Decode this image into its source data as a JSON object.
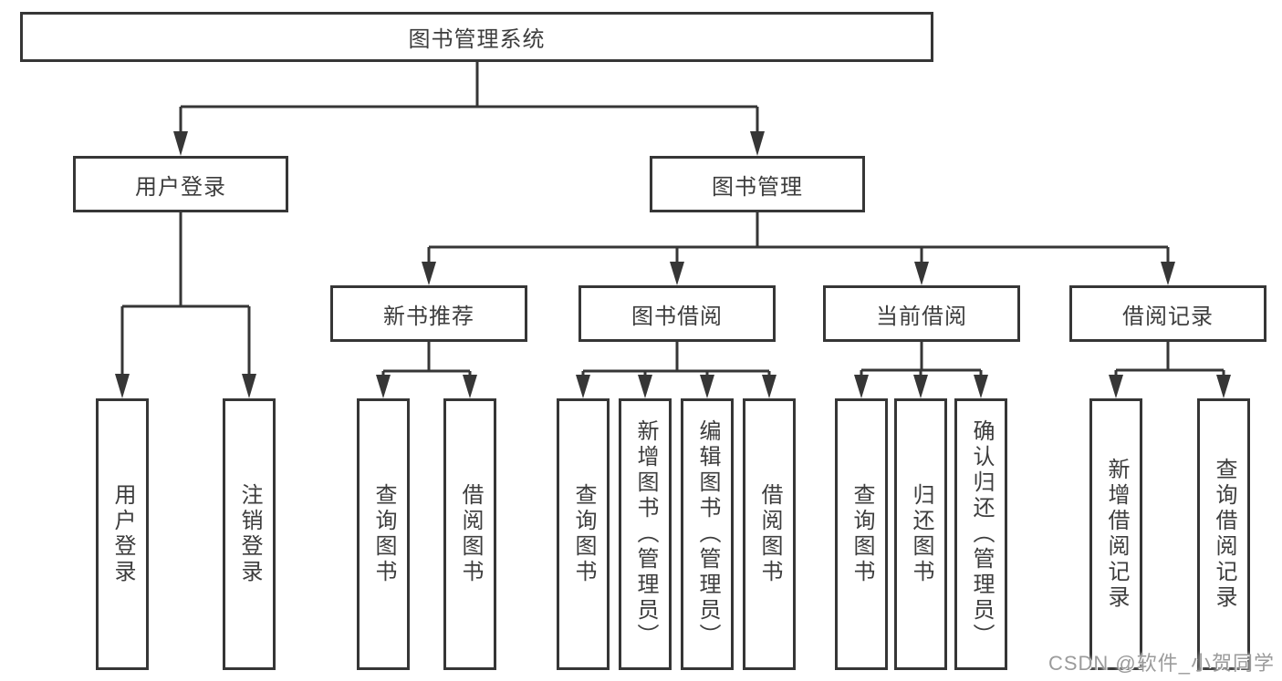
{
  "diagram_type": "functional-structure-tree",
  "colors": {
    "line": "#363636",
    "text": "#3d3d3d",
    "background": "#ffffff",
    "watermark": "#9b9b9b"
  },
  "nodes": {
    "root": {
      "label": "图书管理系统"
    },
    "level2": [
      {
        "label": "用户登录"
      },
      {
        "label": "图书管理"
      }
    ],
    "level3": [
      {
        "label": "新书推荐",
        "parent": "图书管理"
      },
      {
        "label": "图书借阅",
        "parent": "图书管理"
      },
      {
        "label": "当前借阅",
        "parent": "图书管理"
      },
      {
        "label": "借阅记录",
        "parent": "图书管理"
      }
    ],
    "leaves": [
      {
        "label": "用户登录",
        "parent": "用户登录"
      },
      {
        "label": "注销登录",
        "parent": "用户登录"
      },
      {
        "label": "查询图书",
        "parent": "新书推荐"
      },
      {
        "label": "借阅图书",
        "parent": "新书推荐"
      },
      {
        "label": "查询图书",
        "parent": "图书借阅"
      },
      {
        "label": "新增图书（管理员）",
        "parent": "图书借阅"
      },
      {
        "label": "编辑图书（管理员）",
        "parent": "图书借阅"
      },
      {
        "label": "借阅图书",
        "parent": "图书借阅"
      },
      {
        "label": "查询图书",
        "parent": "当前借阅"
      },
      {
        "label": "归还图书",
        "parent": "当前借阅"
      },
      {
        "label": "确认归还（管理员）",
        "parent": "当前借阅"
      },
      {
        "label": "新增借阅记录",
        "parent": "借阅记录"
      },
      {
        "label": "查询借阅记录",
        "parent": "借阅记录"
      }
    ]
  },
  "watermark": {
    "text": "CSDN @软件_小贺同学"
  }
}
